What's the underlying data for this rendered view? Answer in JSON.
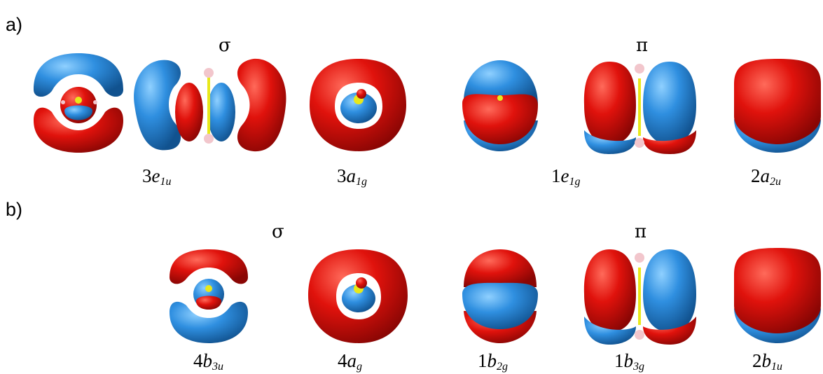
{
  "panels": [
    {
      "label": "a)",
      "sigma_symbol": "σ",
      "pi_symbol": "π",
      "orbitals": [
        {
          "num": "3",
          "sym": "e",
          "sub": "1u"
        },
        {
          "num": "3",
          "sym": "a",
          "sub": "1g"
        },
        {
          "num": "1",
          "sym": "e",
          "sub": "1g"
        },
        {
          "num": "2",
          "sym": "a",
          "sub": "2u"
        }
      ]
    },
    {
      "label": "b)",
      "sigma_symbol": "σ",
      "pi_symbol": "π",
      "orbitals": [
        {
          "num": "4",
          "sym": "b",
          "sub": "3u"
        },
        {
          "num": "4",
          "sym": "a",
          "sub": "g"
        },
        {
          "num": "1",
          "sym": "b",
          "sub": "2g"
        },
        {
          "num": "1",
          "sym": "b",
          "sub": "3g"
        },
        {
          "num": "2",
          "sym": "b",
          "sub": "1u"
        }
      ]
    }
  ],
  "colors": {
    "positive_lobe": "#d7140f",
    "negative_lobe": "#2f8fe0",
    "atom_yellow": "#e8e81a",
    "atom_pink": "#f2c6cc"
  }
}
